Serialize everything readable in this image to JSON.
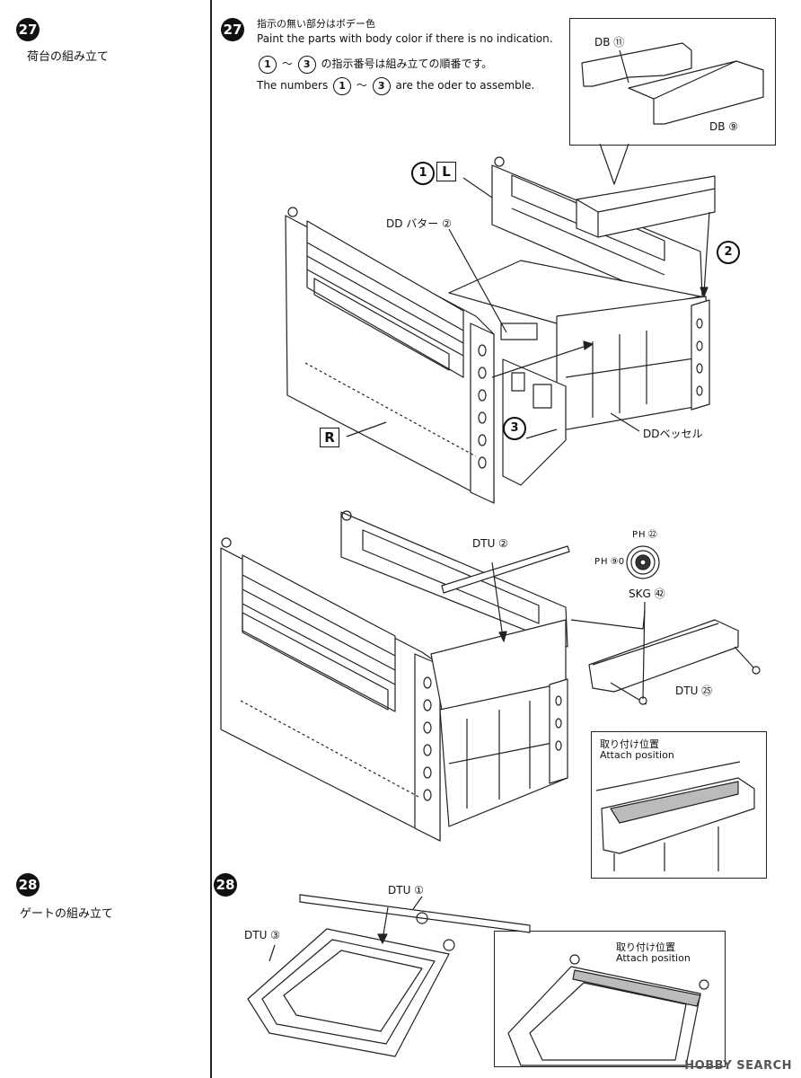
{
  "step27": {
    "number": "27",
    "title": "荷台の組み立て",
    "note_jp": "指示の無い部分はボデー色",
    "note_en": "Paint the parts with body color if there is no indication.",
    "order_jp_pre": "①",
    "order_jp_mid": "～",
    "order_jp_post": "③",
    "order_jp_tail": "の指示番号は組み立ての順番です。",
    "order_en_pre": "The numbers",
    "order_en_tail": "are the oder to assemble.",
    "labels": {
      "db11": "DB ⑪",
      "db9": "DB ⑨",
      "dd_batter": "DD バター ②",
      "dd_bessel": "DDベッセル",
      "left": "L",
      "right": "R",
      "n1": "1",
      "n2": "2",
      "n3": "3"
    }
  },
  "step27b": {
    "labels": {
      "dtu2": "DTU ②",
      "ph92": "P H ㉒",
      "ph90": "P H ⑨0",
      "skg82": "SKG ㊷",
      "dtu25": "DTU ㉕",
      "attach_jp": "取り付け位置",
      "attach_en": "Attach position"
    }
  },
  "step28": {
    "number": "28",
    "title": "ゲートの組み立て",
    "labels": {
      "dtu1": "DTU ①",
      "dtu3": "DTU ③",
      "attach_jp": "取り付け位置",
      "attach_en": "Attach position"
    }
  },
  "watermark": "HOBBY SEARCH"
}
